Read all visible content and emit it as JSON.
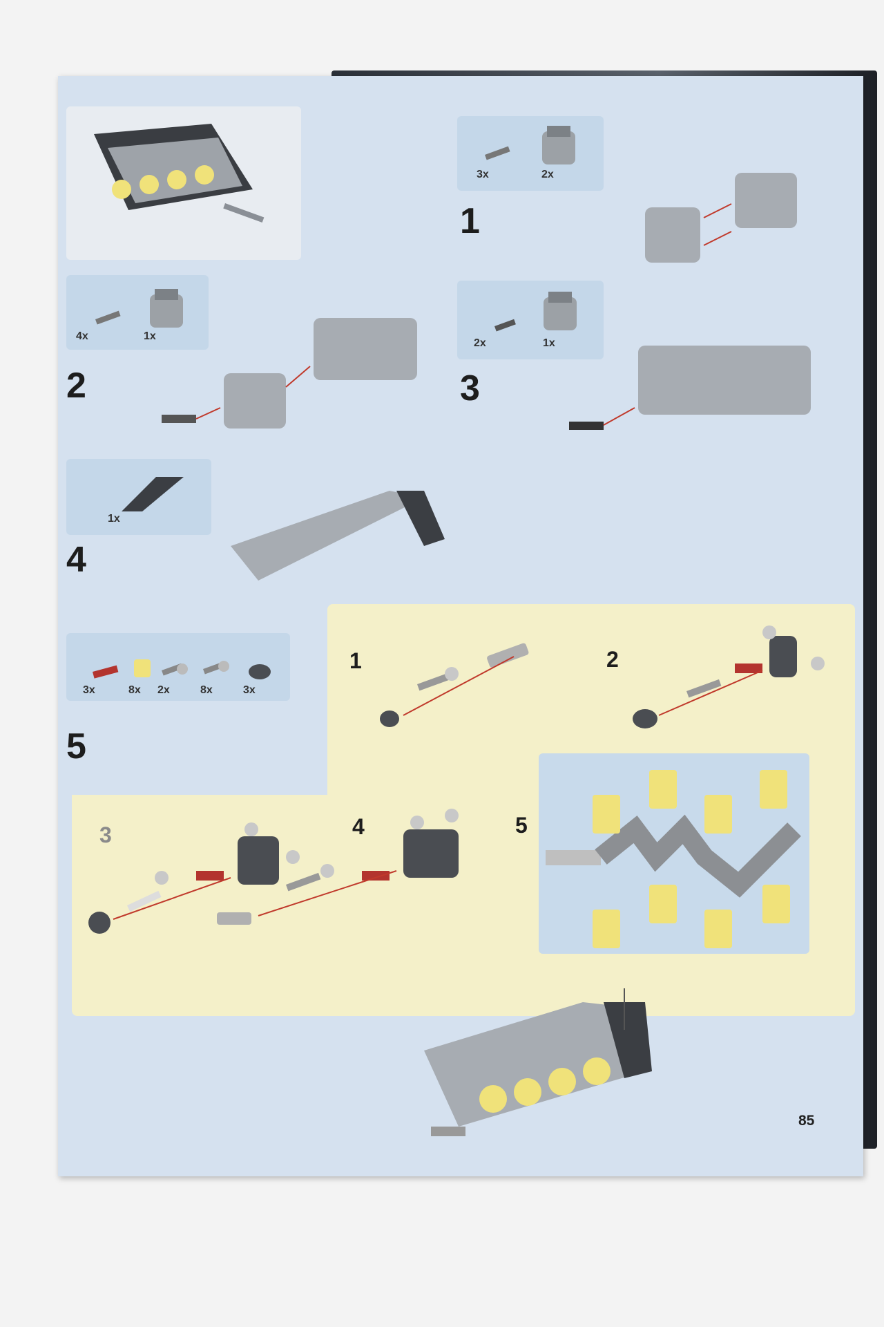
{
  "page_number": "85",
  "top_callout": {
    "qty": [
      "3x",
      "2x"
    ]
  },
  "steps": [
    {
      "number": "1"
    },
    {
      "number": "2",
      "qty": [
        "4x",
        "1x"
      ]
    },
    {
      "number": "3",
      "qty": [
        "2x",
        "1x"
      ]
    },
    {
      "number": "4",
      "qty": [
        "1x"
      ]
    },
    {
      "number": "5",
      "qty": [
        "3x",
        "8x",
        "2x",
        "8x",
        "3x"
      ],
      "substeps": [
        "1",
        "2",
        "3",
        "4",
        "5"
      ]
    }
  ],
  "colors": {
    "page": "#d5e1ef",
    "callout": "#c4d7e9",
    "substep_bg": "#f4f0c9",
    "arrow": "#c0392b",
    "piston": "#f0e27a"
  }
}
